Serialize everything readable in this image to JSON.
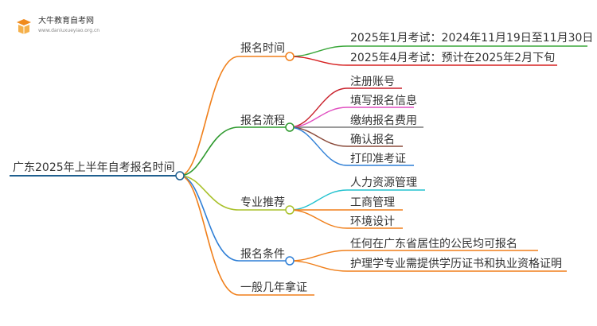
{
  "logo": {
    "title": "大牛教育自考网",
    "url": "www.daniuxueyiao.org.cn"
  },
  "root": {
    "label": "广东2025年上半年自考报名时间"
  },
  "branches": [
    {
      "label": "报名时间",
      "color": "#f07f1a",
      "children": [
        {
          "label": "2025年1月考试：2024年11月19日至11月30日",
          "color": "#3aa73a"
        },
        {
          "label": "2025年4月考试：预计在2025年2月下旬",
          "color": "#d62020"
        }
      ]
    },
    {
      "label": "报名流程",
      "color": "#2f9a2f",
      "children": [
        {
          "label": "注册账号",
          "color": "#c9202b"
        },
        {
          "label": "填写报名信息",
          "color": "#e04fc0"
        },
        {
          "label": "缴纳报名费用",
          "color": "#7a7a7a"
        },
        {
          "label": "确认报名",
          "color": "#8a4a3a"
        },
        {
          "label": "打印准考证",
          "color": "#2f7fd6"
        }
      ]
    },
    {
      "label": "专业推荐",
      "color": "#a9c12b",
      "children": [
        {
          "label": "人力资源管理",
          "color": "#22c2cf"
        },
        {
          "label": "工商管理",
          "color": "#f07f1a"
        },
        {
          "label": "环境设计",
          "color": "#f07f1a"
        }
      ]
    },
    {
      "label": "报名条件",
      "color": "#2f7fd6",
      "children": [
        {
          "label": "任何在广东省居住的公民均可报名",
          "color": "#f07f1a"
        },
        {
          "label": "护理学专业需提供学历证书和执业资格证明",
          "color": "#f07f1a"
        }
      ]
    },
    {
      "label": "一般几年拿证",
      "color": "#f07f1a",
      "children": []
    }
  ]
}
